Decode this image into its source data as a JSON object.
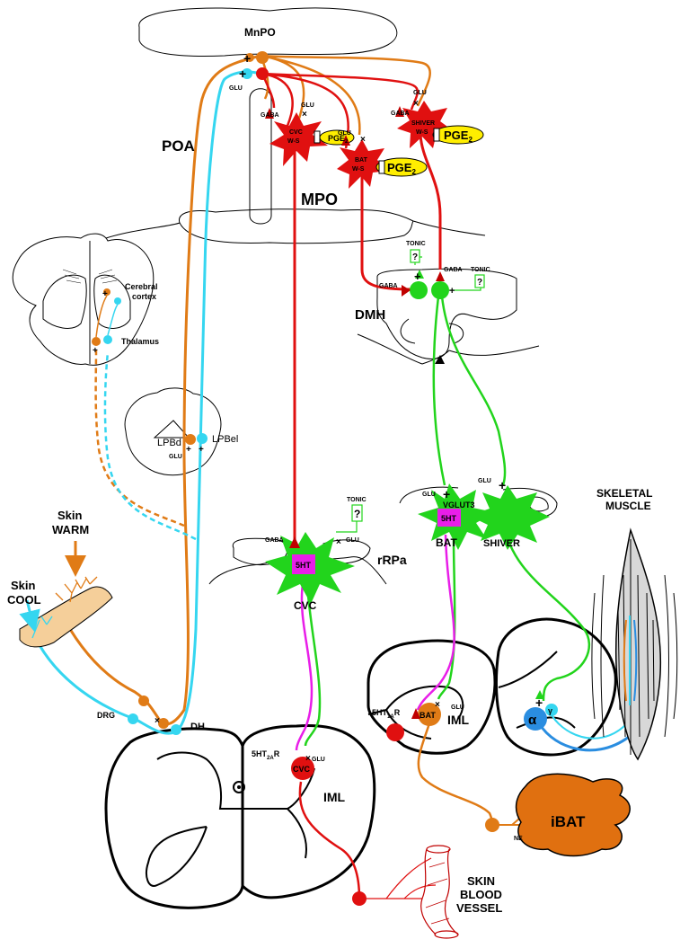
{
  "colors": {
    "warm": "#e07b16",
    "cool": "#35d6f0",
    "red": "#e01010",
    "green": "#22d41c",
    "magenta": "#e81ee8",
    "yellow": "#ffee00",
    "blue": "#2a8de0",
    "bat_orange": "#e07010"
  },
  "regions": {
    "mnpo": "MnPO",
    "poa": "POA",
    "mpo": "MPO",
    "dmh": "DMH",
    "rrpa": "rRPa",
    "iml_left": "IML",
    "iml_right": "IML",
    "dh": "DH",
    "drg": "DRG",
    "lpbd": "LPBd",
    "lpbel": "LPBel",
    "cerebral_cortex_1": "Cerebral",
    "cerebral_cortex_2": "cortex",
    "thalamus": "Thalamus"
  },
  "neurons": {
    "cvc_poa": "CVC",
    "bat_poa": "BAT",
    "shiver_poa": "SHIVER",
    "ws": "W-S",
    "rrpa_5ht": "5HT",
    "rrpa_cvc": "CVC",
    "rrpa_vglut3": "VGLUT3",
    "rrpa_5ht_right": "5HT",
    "rrpa_bat": "BAT",
    "rrpa_shiver": "SHIVER",
    "iml_cvc": "CVC",
    "iml_bat": "BAT",
    "alpha": "α",
    "gamma": "γ"
  },
  "transmitters": {
    "glu": "GLU",
    "gaba": "GABA",
    "tonic": "TONIC",
    "ne": "NE",
    "pge2_small": "PGE",
    "pge2_large": "PGE",
    "pge_sub": "2",
    "receptor_5ht2a": "5HT",
    "receptor_5ht2a_sub": "2A",
    "receptor_5ht2a_r": "R",
    "receptor_5ht1a": "5HT",
    "receptor_5ht1a_sub": "1A",
    "receptor_5ht1a_r": "R",
    "unknown": "?",
    "plus": "+",
    "cross": "×"
  },
  "periphery": {
    "skin": "Skin",
    "cool": "COOL",
    "warm": "WARM",
    "ibat": "iBAT",
    "skeletal_1": "SKELETAL",
    "skeletal_2": "MUSCLE",
    "vessel_1": "SKIN",
    "vessel_2": "BLOOD",
    "vessel_3": "VESSEL"
  }
}
